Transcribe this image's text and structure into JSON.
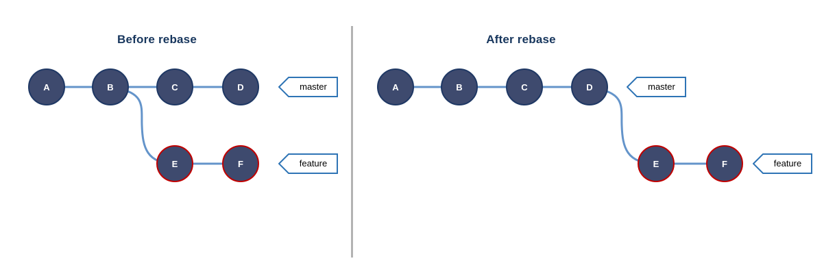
{
  "diagram": {
    "type": "git-rebase-comparison",
    "colors": {
      "node_fill": "#3e4a6e",
      "node_border_master": "#1f3864",
      "node_border_feature": "#c00000",
      "edge_line": "#6494ca",
      "tag_border": "#2e74b5",
      "tag_fill": "#ffffff",
      "title_text": "#17365d",
      "divider": "#b3b3b3"
    },
    "panels": [
      {
        "title": "Before rebase",
        "nodes": [
          {
            "id": "A",
            "branch": "master"
          },
          {
            "id": "B",
            "branch": "master"
          },
          {
            "id": "C",
            "branch": "master"
          },
          {
            "id": "D",
            "branch": "master"
          },
          {
            "id": "E",
            "branch": "feature"
          },
          {
            "id": "F",
            "branch": "feature"
          }
        ],
        "edges": [
          "A-B",
          "B-C",
          "C-D",
          "B-E",
          "E-F"
        ],
        "tags": [
          {
            "label": "master",
            "points_at": "D"
          },
          {
            "label": "feature",
            "points_at": "F"
          }
        ]
      },
      {
        "title": "After rebase",
        "nodes": [
          {
            "id": "A",
            "branch": "master"
          },
          {
            "id": "B",
            "branch": "master"
          },
          {
            "id": "C",
            "branch": "master"
          },
          {
            "id": "D",
            "branch": "master"
          },
          {
            "id": "E",
            "branch": "feature"
          },
          {
            "id": "F",
            "branch": "feature"
          }
        ],
        "edges": [
          "A-B",
          "B-C",
          "C-D",
          "D-E",
          "E-F"
        ],
        "tags": [
          {
            "label": "master",
            "points_at": "D"
          },
          {
            "label": "feature",
            "points_at": "F"
          }
        ]
      }
    ]
  }
}
